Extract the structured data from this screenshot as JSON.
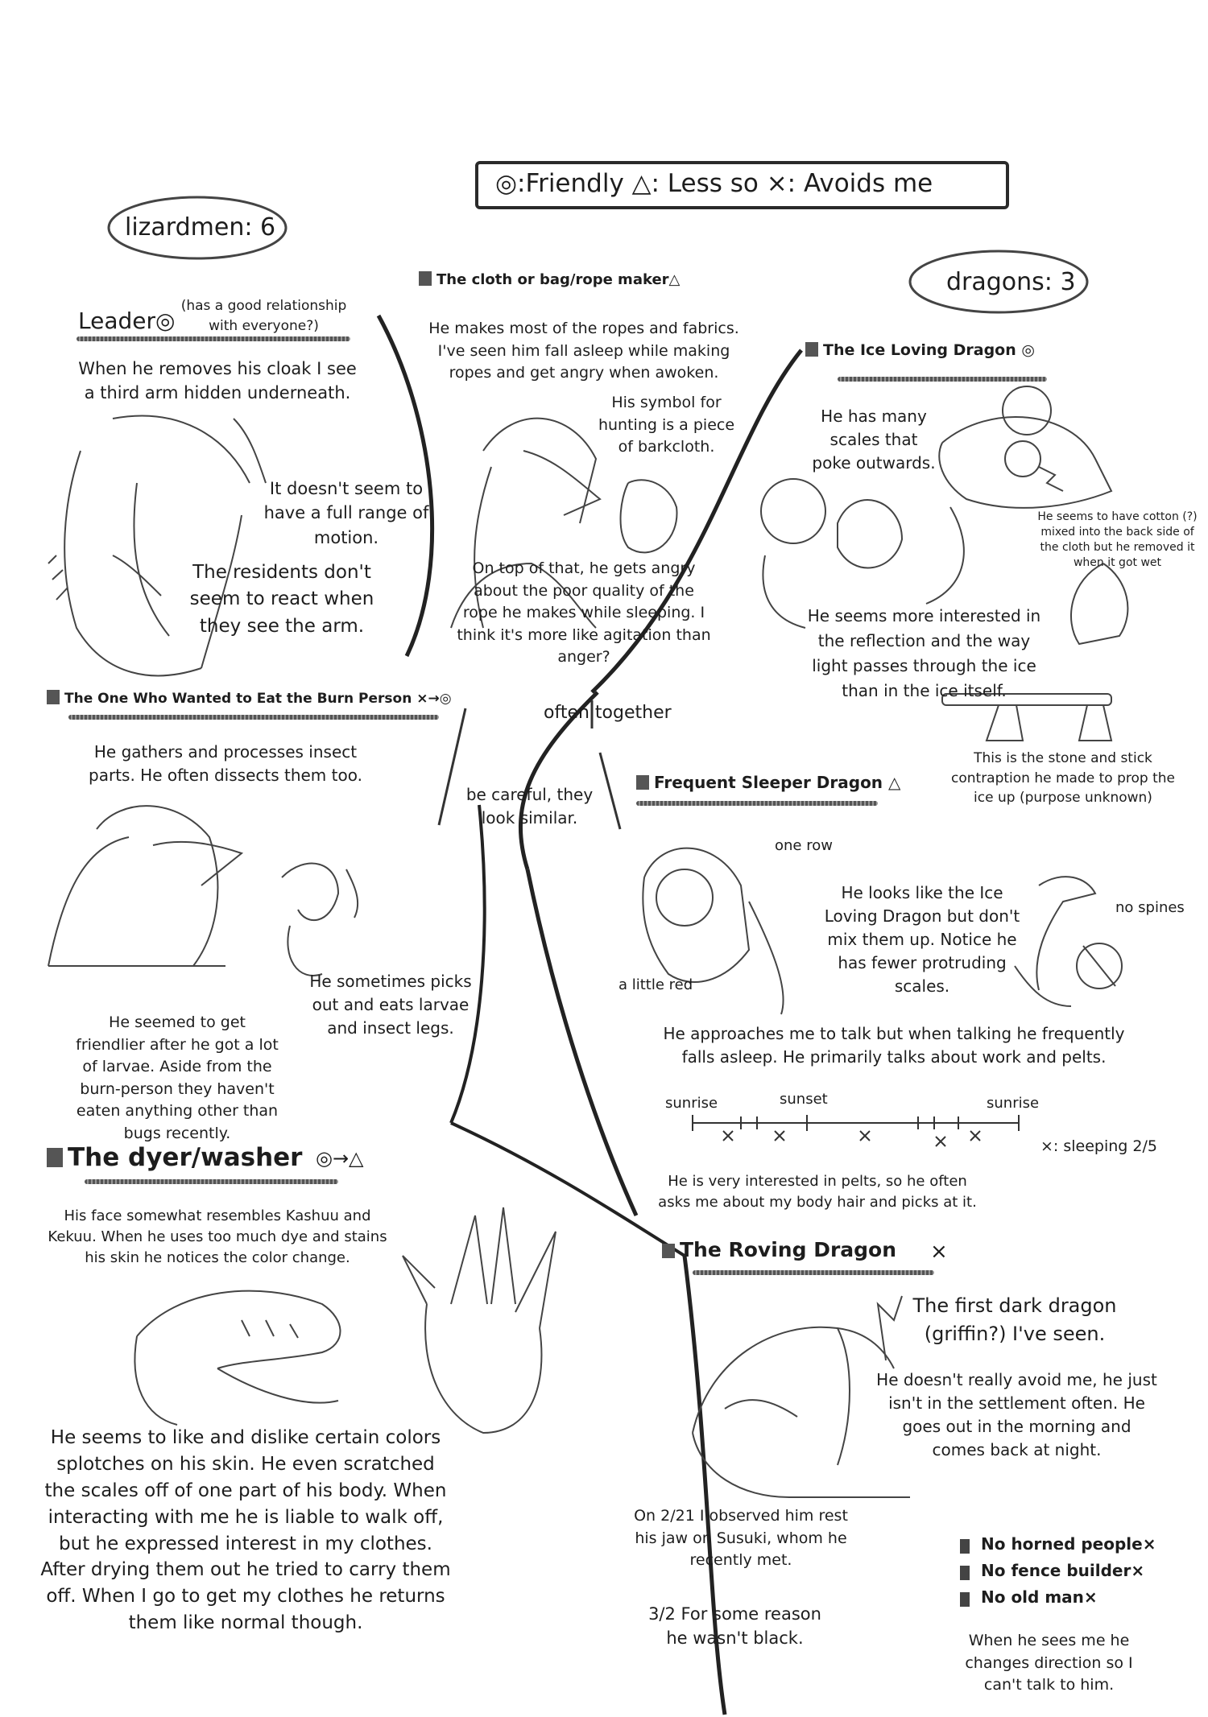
{
  "legend": "◎:Friendly △: Less so  ×: Avoids me",
  "lizardmen_count": "lizardmen: 6",
  "dragons_count": "dragons: 3",
  "leader": {
    "name": "Leader◎",
    "aside": "(has a good relationship with everyone?)",
    "arm_note": "When he removes his cloak I see a third arm hidden underneath.",
    "motion_note": "It doesn't seem to have a full range of motion.",
    "residents_note": "The residents don't seem to react when they see the arm."
  },
  "rope_maker": {
    "name": "The cloth or bag/rope maker△",
    "desc": "He makes most of the ropes and fabrics. I've seen him fall asleep while making ropes and get angry when awoken.",
    "symbol": "His symbol for hunting is a piece of barkcloth.",
    "angry": "On top of that, he gets angry about the poor quality of the rope he makes while sleeping. I think it's more like agitation than anger?"
  },
  "often_together": "often together",
  "be_careful": "be careful, they look similar.",
  "burn_eater": {
    "name": "The One Who Wanted to Eat the Burn Person ×→◎",
    "desc": "He gathers and processes insect parts. He often dissects them too.",
    "picks": "He sometimes picks out and eats larvae and insect legs.",
    "friendlier": "He seemed to get friendlier after he got a lot of larvae. Aside from the burn-person they haven't eaten anything other than bugs recently."
  },
  "dyer": {
    "name": "The dyer/washer",
    "mark": "◎→△",
    "face": "His face somewhat resembles Kashuu and Kekuu. When he uses too much dye and stains his skin he notices the color change.",
    "colors": "He seems to like and dislike certain colors splotches on his skin. He even scratched the scales off of one part of his body. When interacting with me he is liable to walk off, but he expressed interest in my clothes. After drying them out he tried to carry them off. When I go to get my clothes he returns them like normal though."
  },
  "ice_dragon": {
    "name": "The Ice Loving Dragon ◎",
    "scales": "He has many scales that poke outwards.",
    "cotton": "He seems to have cotton (?) mixed into the back side of the cloth but he removed it when it got wet",
    "interest": "He seems more interested in the reflection and the way light passes through the ice than in the ice itself.",
    "contraption": "This is the stone and stick contraption he made to prop the ice up (purpose unknown)"
  },
  "sleeper_dragon": {
    "name": "Frequent Sleeper Dragon △",
    "one_row": "one row",
    "lookalike": "He looks like the Ice Loving Dragon but don't mix them up. Notice he has fewer protruding scales.",
    "no_spines": "no spines",
    "little_red": "a little red",
    "approaches": "He approaches me to talk but when talking he frequently falls asleep. He primarily talks about work and pelts.",
    "timeline": {
      "sunrise_left": "sunrise",
      "sunset": "sunset",
      "sunrise_right": "sunrise",
      "legend": "×: sleeping 2/5"
    },
    "pelts": "He is very interested in pelts, so he often asks me about my body hair and picks at it."
  },
  "roving_dragon": {
    "name": "The Roving Dragon",
    "mark": "×",
    "first_dark": "The first dark dragon (griffin?) I've seen.",
    "avoid": "He doesn't really avoid me, he just isn't in the settlement often. He goes out in the morning and comes back at night.",
    "jaw": "On 2/21 I observed him rest his jaw on Susuki, whom he recently met.",
    "not_black": "3/2 For some reason he wasn't black."
  },
  "others": {
    "items": [
      "No horned people×",
      "No fence builder×",
      "No old man×"
    ],
    "direction": "When he sees me he changes direction so I can't talk to him."
  }
}
